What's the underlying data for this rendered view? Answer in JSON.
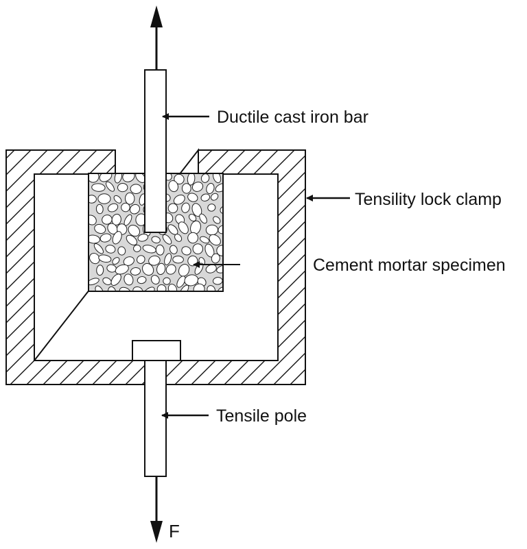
{
  "labels": {
    "bar": "Ductile cast iron bar",
    "clamp": "Tensility lock clamp",
    "specimen": "Cement mortar specimen",
    "pole": "Tensile pole",
    "force": "F"
  },
  "colors": {
    "line": "#111111",
    "background": "#ffffff"
  }
}
